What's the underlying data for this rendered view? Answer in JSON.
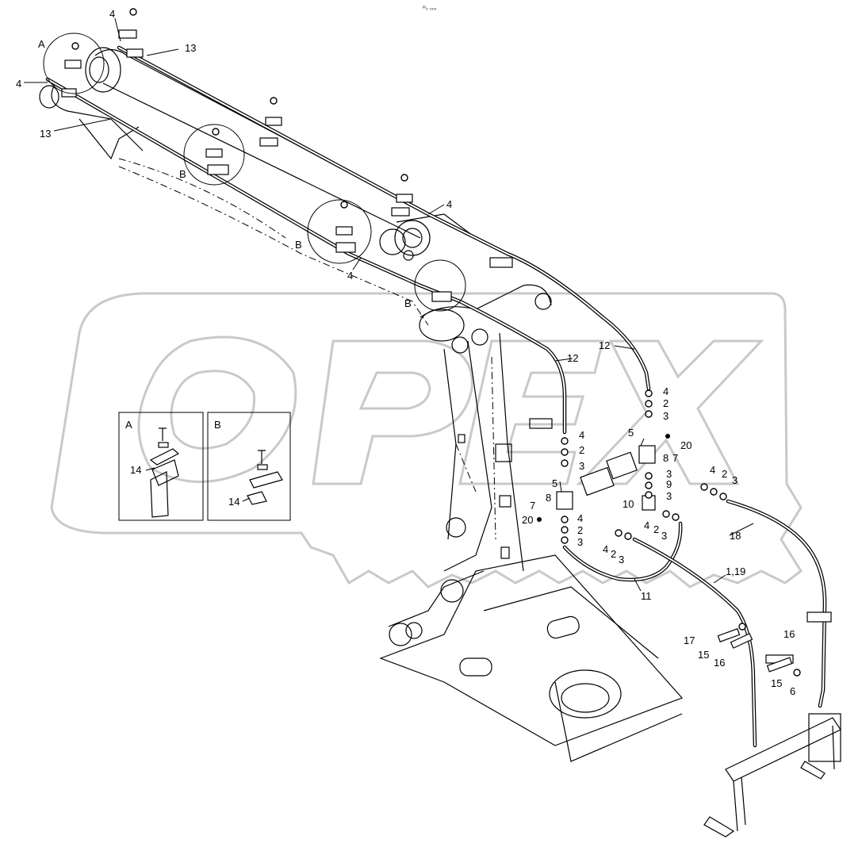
{
  "header": {
    "mark": "ᵐ₀ ₀₀₀"
  },
  "watermark": {
    "text": "OPEX",
    "color": "#c9c9c9"
  },
  "detail_boxes": [
    {
      "title": "A",
      "callouts": [
        "14"
      ]
    },
    {
      "title": "B",
      "callouts": [
        "14"
      ]
    }
  ],
  "section_markers": {
    "a1": "A",
    "b1": "B",
    "b2": "B",
    "b3": "B"
  },
  "callouts": {
    "c4a": "4",
    "c4b": "4",
    "c4c": "4",
    "c4d": "4",
    "c13a": "13",
    "c13b": "13",
    "c12a": "12",
    "c12b": "12",
    "c4e": "4",
    "c2e": "2",
    "c3e": "3",
    "c5a": "5",
    "c20a": "20",
    "c8a": "8",
    "c7a": "7",
    "c3f": "3",
    "c9a": "9",
    "c3g": "3",
    "c10a": "10",
    "c4f": "4",
    "c2f": "2",
    "c3h": "3",
    "c4g": "4",
    "c2g": "2",
    "c3i": "3",
    "c5b": "5",
    "c7b": "7",
    "c8b": "8",
    "c20b": "20",
    "c4h": "4",
    "c2h": "2",
    "c3j": "3",
    "c4i": "4",
    "c2i": "2",
    "c3k": "3",
    "c4j": "4",
    "c2j": "2",
    "c3l": "3",
    "c18": "18",
    "c11": "11",
    "c119": "1,19",
    "c17": "17",
    "c15a": "15",
    "c16a": "16",
    "c16b": "16",
    "c15b": "15",
    "c6": "6"
  }
}
